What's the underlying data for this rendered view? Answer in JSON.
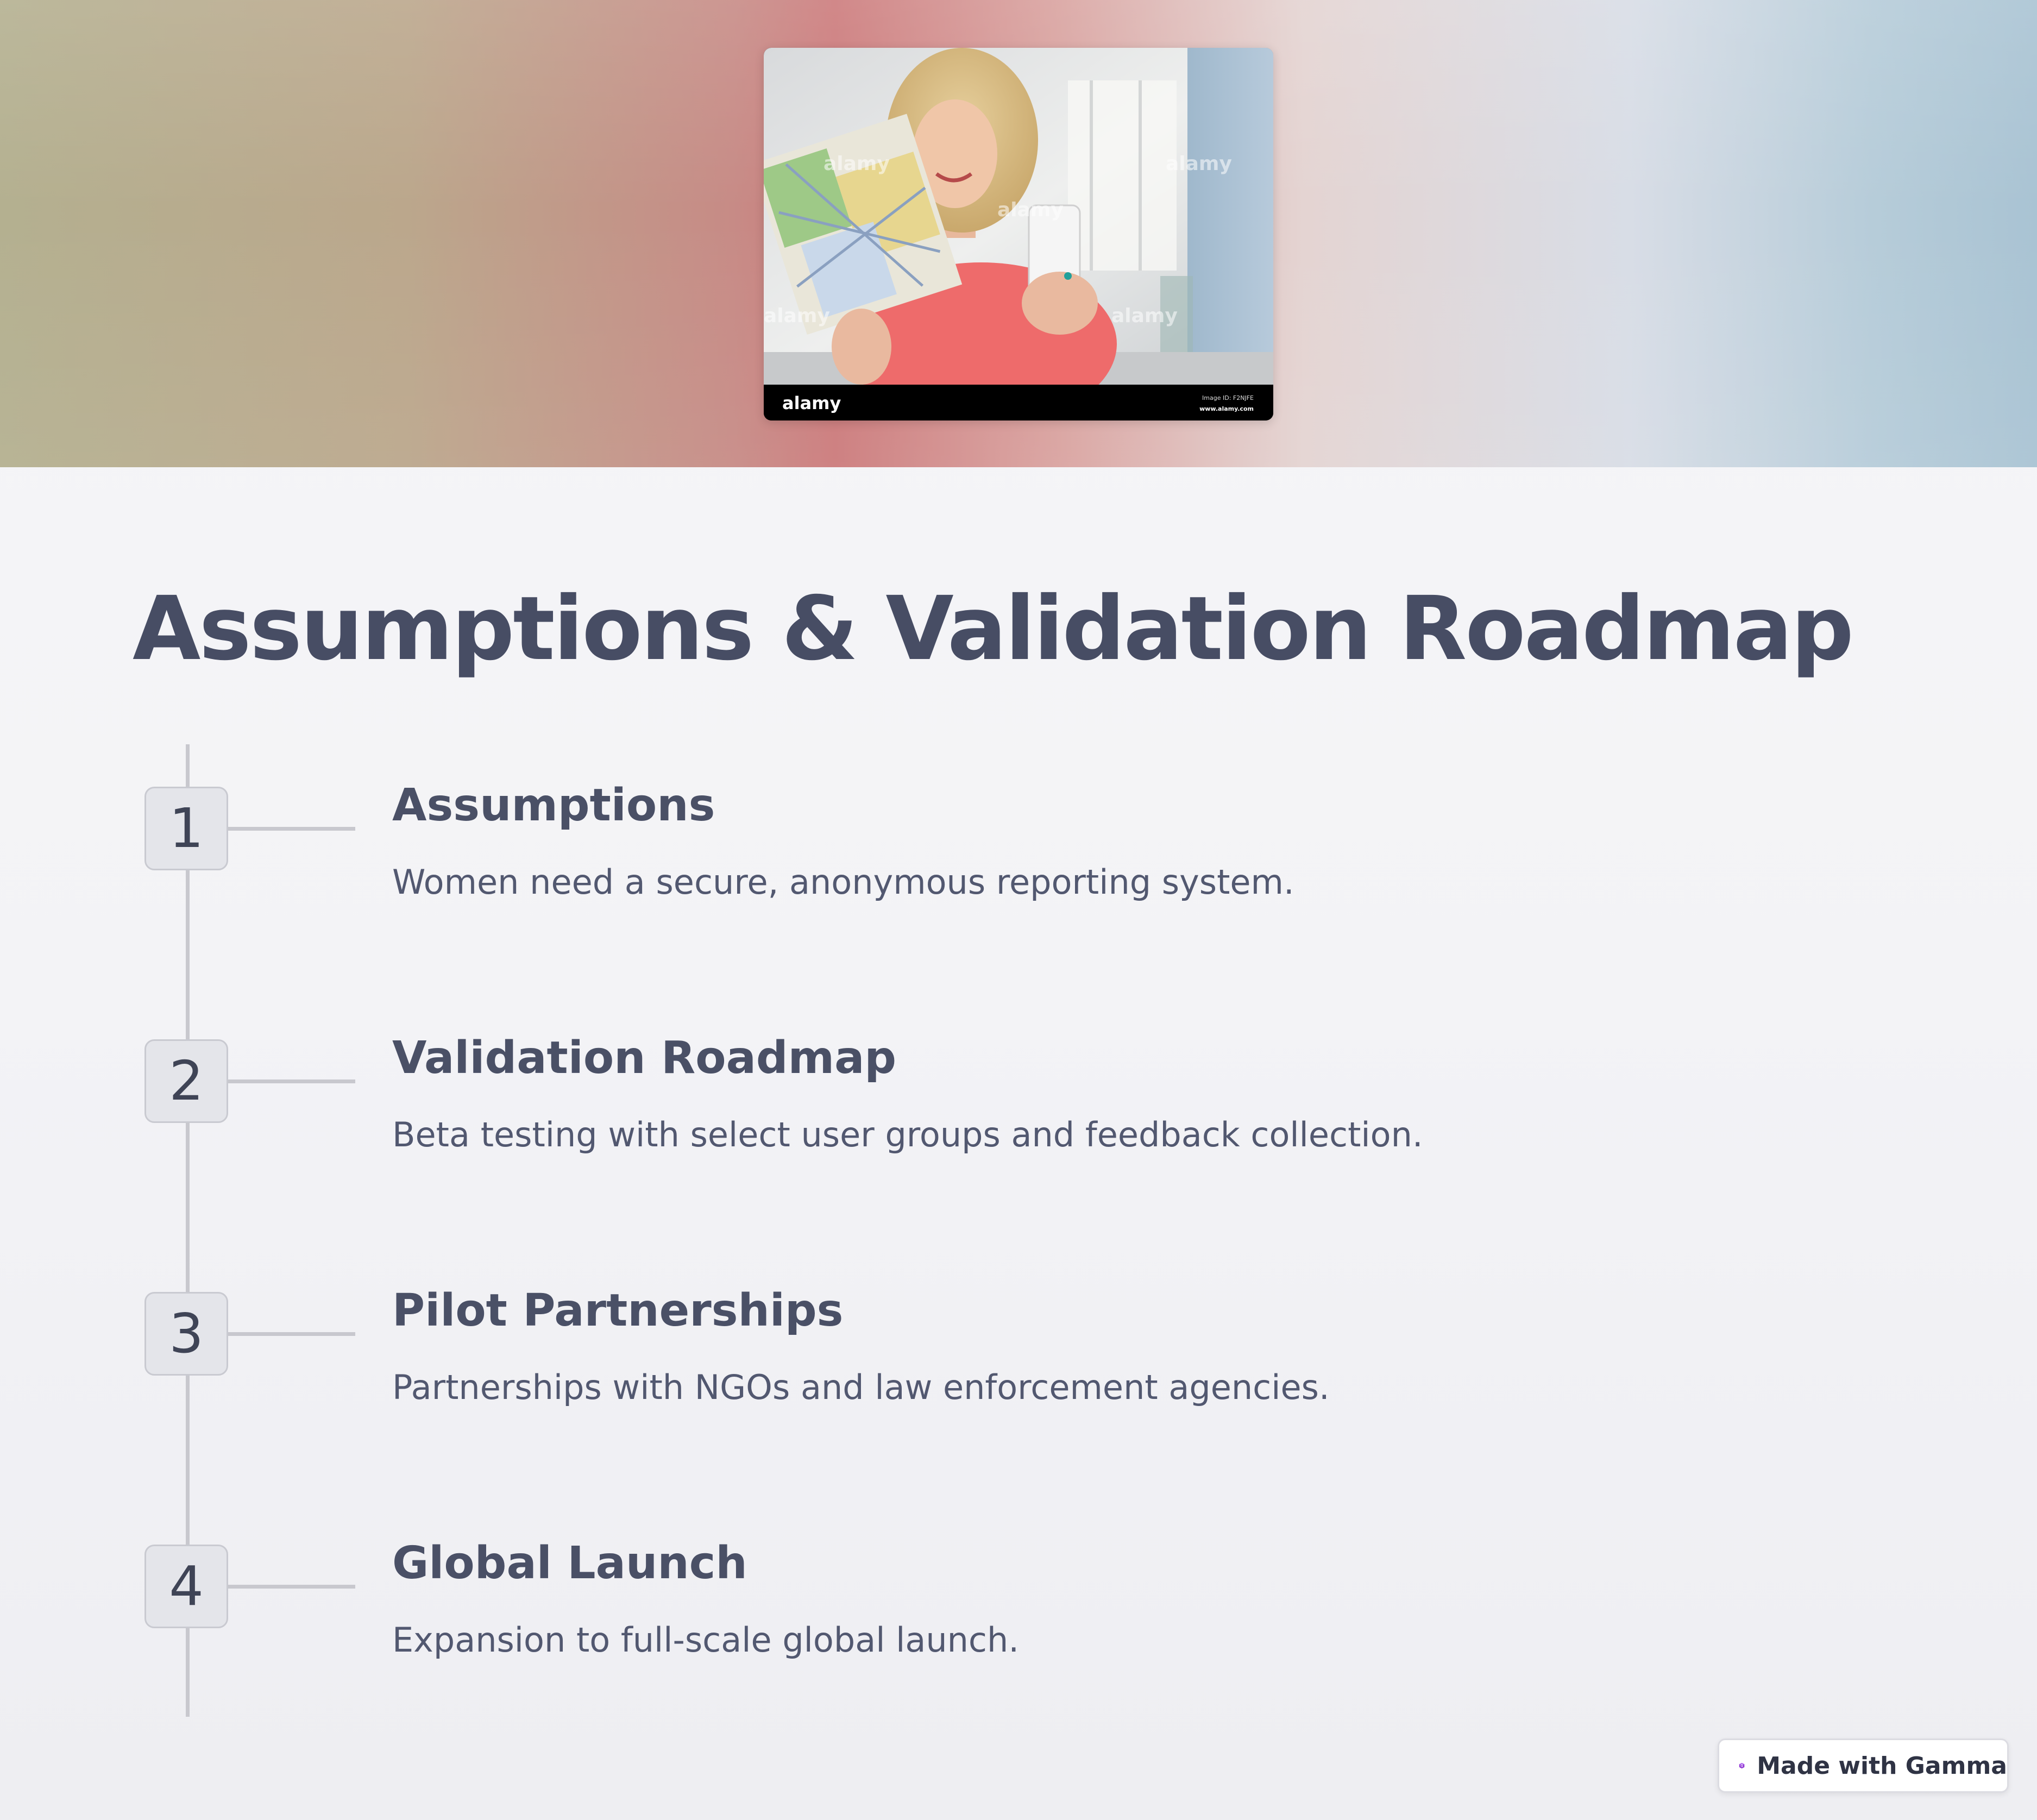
{
  "hero": {
    "image_caption_brand": "alamy",
    "image_id_text": "Image ID: F2NJFE",
    "image_site_text": "www.alamy.com"
  },
  "title": "Assumptions & Validation Roadmap",
  "steps": [
    {
      "number": "1",
      "title": "Assumptions",
      "description": "Women need a secure, anonymous reporting system."
    },
    {
      "number": "2",
      "title": "Validation Roadmap",
      "description": "Beta testing with select user groups and feedback collection."
    },
    {
      "number": "3",
      "title": "Pilot Partnerships",
      "description": "Partnerships with NGOs and law enforcement agencies."
    },
    {
      "number": "4",
      "title": "Global Launch",
      "description": "Expansion to full-scale global launch."
    }
  ],
  "badge": {
    "label": "Made with Gamma",
    "icon": "gamma-logo-icon"
  },
  "colors": {
    "title": "#474d64",
    "body_text": "#525870",
    "number_box": "#e4e5ea",
    "timeline": "#c8c8ce",
    "badge_icon": "#8b2fd1"
  }
}
